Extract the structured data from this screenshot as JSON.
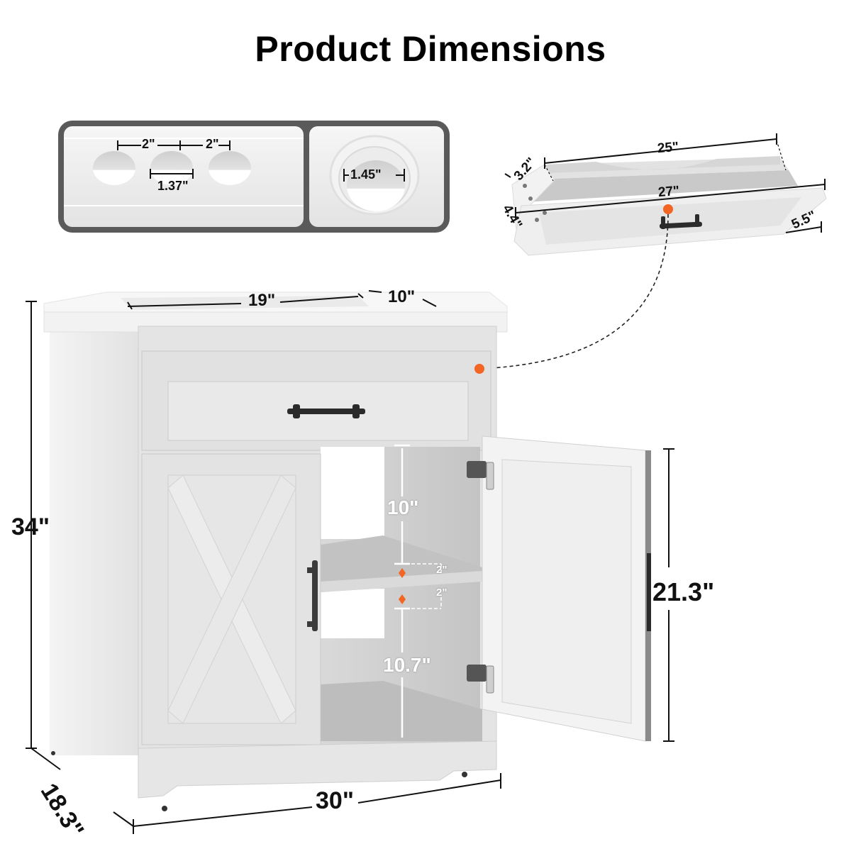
{
  "title": "Product Dimensions",
  "colors": {
    "accent": "#f26522",
    "line": "#111111",
    "frame": "#5a5a5a",
    "panel": "#eeeeee",
    "cabinet": "#e6e6e6",
    "cabinet_dark": "#cfcfcf",
    "handle": "#2b2b2b"
  },
  "faucet_detail": {
    "three_hole": {
      "spacing_left": "2\"",
      "spacing_right": "2\"",
      "hole_diameter": "1.37\""
    },
    "drain": {
      "diameter": "1.45\""
    }
  },
  "drawer_detail": {
    "inner_length": "25\"",
    "outer_length": "27\"",
    "inner_height": "3.2\"",
    "front_height": "4.4\"",
    "depth": "5.5\""
  },
  "cabinet": {
    "basin_width": "19\"",
    "basin_depth": "10\"",
    "total_height": "34\"",
    "width": "30\"",
    "depth": "18.3\"",
    "door_height": "21.3\"",
    "upper_compartment_height": "10\"",
    "shelf_adjust_up": "2\"",
    "shelf_adjust_down": "2\"",
    "lower_compartment_height": "10.7\""
  }
}
